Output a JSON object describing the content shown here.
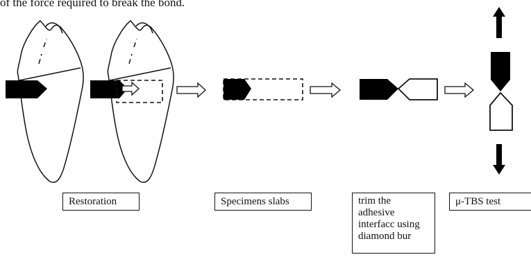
{
  "caption_fragment": "of the force required to break the bond.",
  "steps": [
    {
      "label": "Restoration"
    },
    {
      "label": "Specimens slabs"
    },
    {
      "label": "trim the adhesive interfacc using diamond bur"
    },
    {
      "label": "μ-TBS test"
    }
  ]
}
